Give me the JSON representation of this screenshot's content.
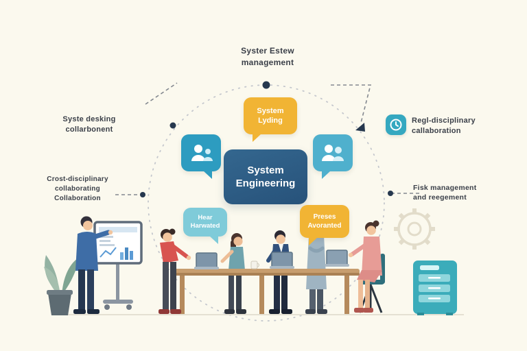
{
  "meta": {
    "title": "System Engineering concept illustration",
    "background": "#fbf9ee"
  },
  "colors": {
    "accent_blue": "#2d5c86",
    "accent_yellow": "#f1b434",
    "accent_teal": "#2d9cc0",
    "accent_teal_light": "#7fcbd9",
    "cabinet_teal": "#3bacba",
    "label_text": "#3b4049"
  },
  "center_node": {
    "label": "System\nEngineering"
  },
  "labels": {
    "top": "Syster Estew\nmanagement",
    "upper_left": "Syste desking\ncollarbonent",
    "upper_right": "Regl-disciplinary\ncallaboration",
    "mid_left": "Crost-disciplinary\ncollaborating\nCollaboration",
    "mid_right": "Fisk management\nand reegement"
  },
  "bubbles": {
    "top_yellow": {
      "label": "System\nLyding"
    },
    "left_teal": {
      "icon": "person-icon"
    },
    "right_teal": {
      "icon": "people-icon"
    },
    "note_teal": {
      "label": "Hear\nHarwated"
    },
    "note_yellow": {
      "label": "Preses\nAvoranted"
    }
  },
  "badges": {
    "clock": {
      "icon": "clock-icon"
    }
  },
  "illustration_items": [
    "dashed-circle",
    "connector-lines",
    "gear-outline",
    "potted-plant",
    "presenter-at-monitor",
    "monitor-with-chart",
    "meeting-table",
    "laptops",
    "seated-team-members",
    "standing-team-member",
    "office-chair",
    "teal-cabinet"
  ]
}
